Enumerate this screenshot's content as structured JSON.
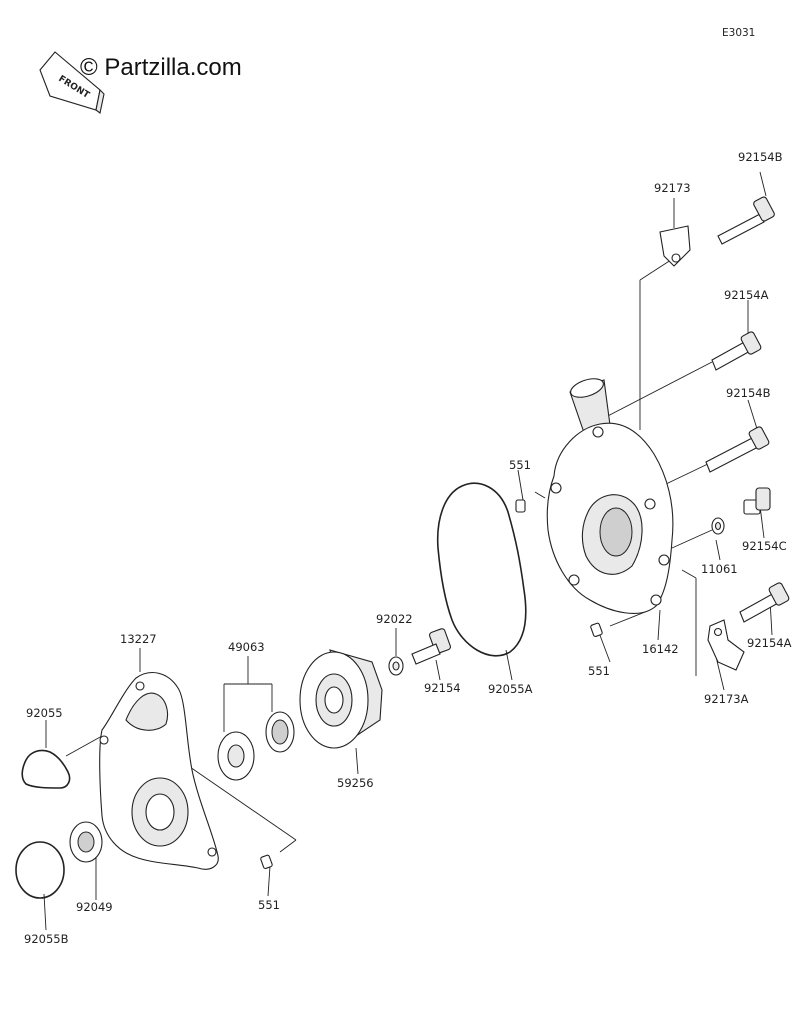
{
  "header": {
    "watermark": "© Partzilla.com",
    "diagram_code": "E3031",
    "front_badge": "FRONT"
  },
  "callouts": [
    {
      "id": "92154B-top",
      "text": "92154B"
    },
    {
      "id": "92173",
      "text": "92173"
    },
    {
      "id": "92154A-mid",
      "text": "92154A"
    },
    {
      "id": "92154B-mid",
      "text": "92154B"
    },
    {
      "id": "551-top",
      "text": "551"
    },
    {
      "id": "92154C",
      "text": "92154C"
    },
    {
      "id": "11061",
      "text": "11061"
    },
    {
      "id": "551-right",
      "text": "551"
    },
    {
      "id": "16142",
      "text": "16142"
    },
    {
      "id": "92154A-low",
      "text": "92154A"
    },
    {
      "id": "92173A",
      "text": "92173A"
    },
    {
      "id": "92022",
      "text": "92022"
    },
    {
      "id": "92154",
      "text": "92154"
    },
    {
      "id": "92055A",
      "text": "92055A"
    },
    {
      "id": "13227",
      "text": "13227"
    },
    {
      "id": "49063",
      "text": "49063"
    },
    {
      "id": "92055",
      "text": "92055"
    },
    {
      "id": "59256",
      "text": "59256"
    },
    {
      "id": "92049",
      "text": "92049"
    },
    {
      "id": "551-bottom",
      "text": "551"
    },
    {
      "id": "92055B",
      "text": "92055B"
    }
  ]
}
